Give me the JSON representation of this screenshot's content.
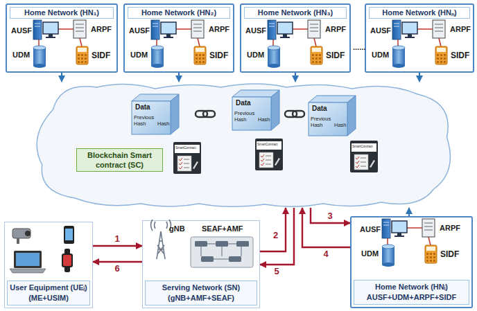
{
  "diagram": {
    "nodes": [
      {
        "text": [
          "Home Network (HN₁)"
        ]
      },
      {
        "text": [
          "Home Network (HN₂)"
        ]
      },
      {
        "text": [
          "Home Network (HN₃)"
        ]
      },
      {
        "text": [
          "Home Network (HNₙ)"
        ]
      },
      {
        "text": [
          "Blockchain Smart contract (SC)"
        ]
      },
      {
        "text": [
          "User Equipment (UEᵢ)",
          "(ME+USIM)"
        ]
      },
      {
        "text": [
          "gNB",
          "SEAF+AMF",
          "Serving Network (SN)",
          "(gNB+AMF+SEAF)"
        ]
      },
      {
        "text": [
          "Home Network (HNᵢ)",
          "AUSF+UDM+ARPF+SIDF"
        ]
      }
    ],
    "edges": [
      {
        "from": 0,
        "to": 4,
        "arrow": "to"
      },
      {
        "from": 1,
        "to": 4,
        "arrow": "to"
      },
      {
        "from": 2,
        "to": 4,
        "arrow": "to"
      },
      {
        "from": 3,
        "to": 4,
        "arrow": "to"
      },
      {
        "from": 5,
        "to": 6,
        "label": "1",
        "arrow": "to"
      },
      {
        "from": 6,
        "to": 5,
        "label": "6",
        "arrow": "to"
      },
      {
        "from": 6,
        "to": 4,
        "label": "2",
        "arrow": "to"
      },
      {
        "from": 4,
        "to": 6,
        "label": "5",
        "arrow": "to"
      },
      {
        "from": 4,
        "to": 7,
        "label": "3",
        "arrow": "to"
      },
      {
        "from": 7,
        "to": 4,
        "label": "4",
        "arrow": "to"
      },
      {
        "from": 7,
        "to": 4,
        "arrow": "to"
      }
    ],
    "labels": [
      "AUSF",
      "ARPF",
      "UDM",
      "SIDF",
      "AUSF",
      "ARPF",
      "UDM",
      "SIDF",
      "AUSF",
      "ARPF",
      "UDM",
      "SIDF",
      "AUSF",
      "ARPF",
      "UDM",
      "SIDF",
      "......",
      "Data",
      "Previous Hash",
      "Hash",
      "Data",
      "Previous Hash",
      "Hash",
      "Data",
      "Previous Hash",
      "Hash",
      "SmartContract",
      "SmartContract",
      "SmartContract",
      "AUSF",
      "ARPF",
      "UDM",
      "SIDF"
    ]
  }
}
